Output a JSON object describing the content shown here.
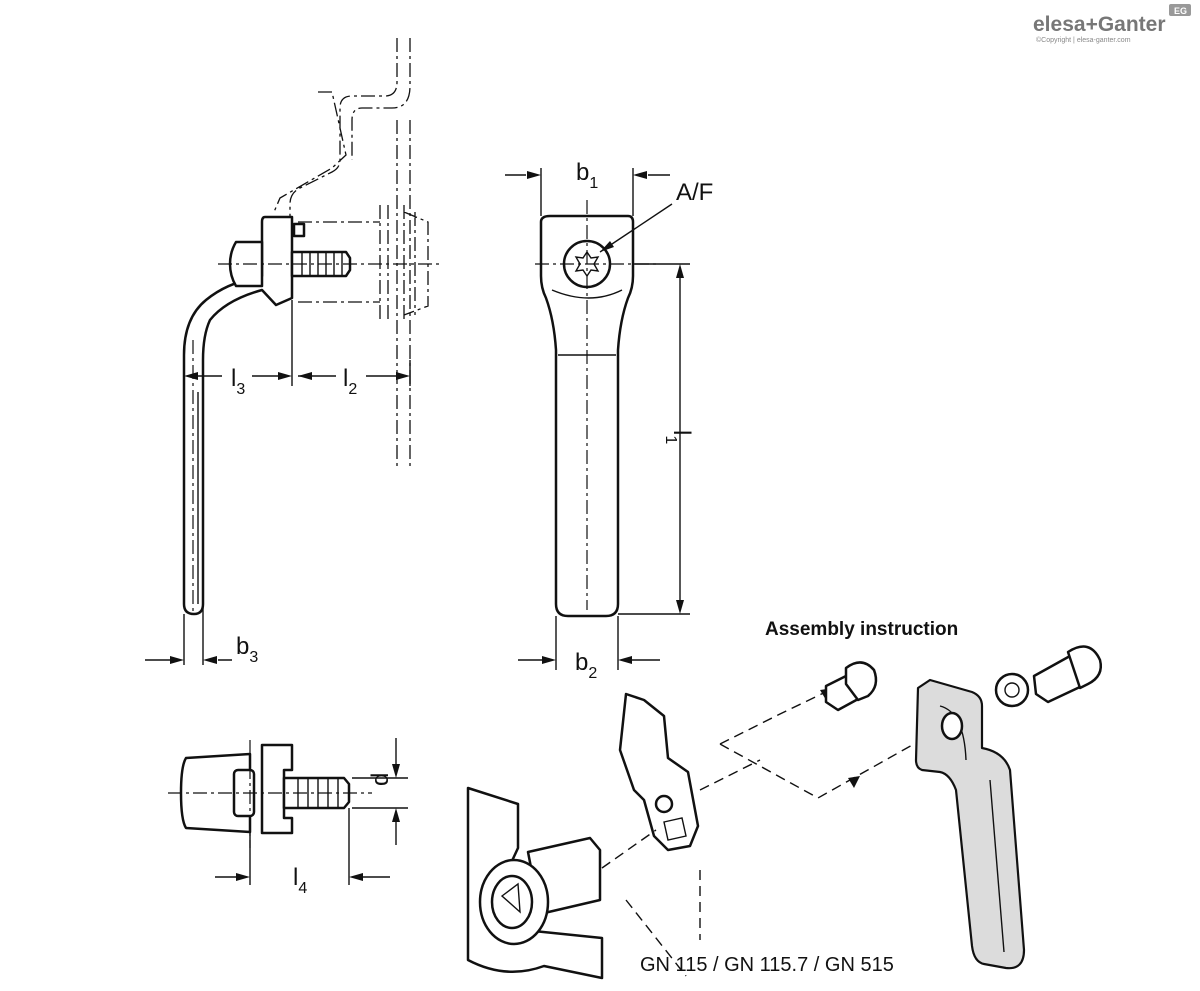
{
  "brand": {
    "logo_left": "elesa",
    "logo_plus": "+",
    "logo_right": "Ganter",
    "badge": "EG",
    "copyright": "©Copyright | elesa-ganter.com"
  },
  "dimensions": {
    "b1": {
      "main": "b",
      "sub": "1"
    },
    "b2": {
      "main": "b",
      "sub": "2"
    },
    "b3": {
      "main": "b",
      "sub": "3"
    },
    "l1": {
      "main": "l",
      "sub": "1"
    },
    "l2": {
      "main": "l",
      "sub": "2"
    },
    "l3": {
      "main": "l",
      "sub": "3"
    },
    "l4": {
      "main": "l",
      "sub": "4"
    },
    "d": "d",
    "af": "A/F"
  },
  "assembly": {
    "heading": "Assembly instruction",
    "models": "GN 115 / GN 115.7 / GN 515"
  },
  "colors": {
    "line": "#111111",
    "part_fill": "#dcdcdc",
    "logo": "#777777"
  }
}
